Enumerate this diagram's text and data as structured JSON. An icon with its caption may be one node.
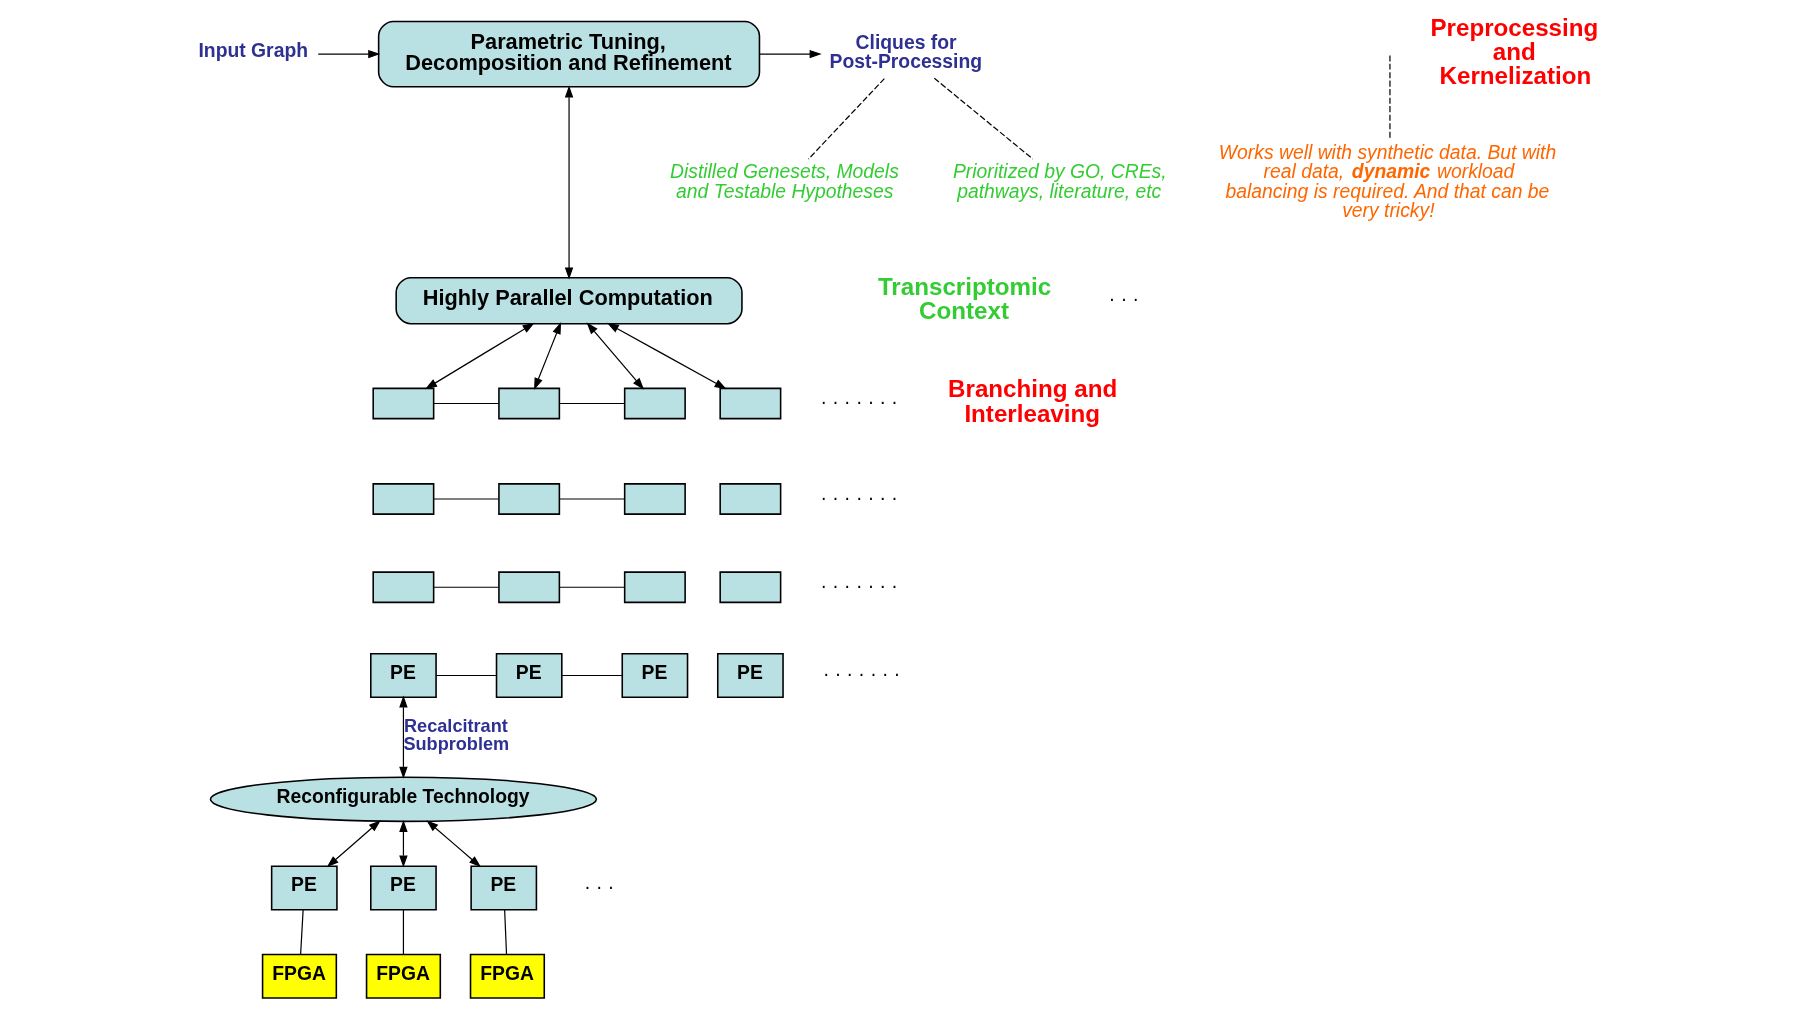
{
  "diagram": {
    "nodes": [
      {
        "text": [
          "Input Graph"
        ]
      },
      {
        "text": [
          "Parametric Tuning, Decomposition and Refinement"
        ]
      },
      {
        "text": [
          "Cliques for Post-Processing"
        ]
      },
      {
        "text": [
          "Distilled Genesets, Models and Testable Hypotheses"
        ]
      },
      {
        "text": [
          "Prioritized by GO, CREs, pathways, literature, etc"
        ]
      },
      {
        "text": [
          "Highly Parallel Computation"
        ]
      },
      {
        "text": [],
        "shape": "box"
      },
      {
        "text": [],
        "shape": "box"
      },
      {
        "text": [],
        "shape": "box"
      },
      {
        "text": [
          "PE"
        ]
      },
      {
        "text": [],
        "shape": "box"
      },
      {
        "text": [],
        "shape": "box"
      },
      {
        "text": [],
        "shape": "box"
      },
      {
        "text": [
          "PE"
        ]
      },
      {
        "text": [],
        "shape": "box"
      },
      {
        "text": [],
        "shape": "box"
      },
      {
        "text": [],
        "shape": "box"
      },
      {
        "text": [
          "PE"
        ]
      },
      {
        "text": [],
        "shape": "box"
      },
      {
        "text": [],
        "shape": "box"
      },
      {
        "text": [],
        "shape": "box"
      },
      {
        "text": [
          "PE"
        ]
      },
      {
        "text": [
          "Reconfigurable Technology"
        ]
      },
      {
        "text": [
          "PE"
        ]
      },
      {
        "text": [
          "PE"
        ]
      },
      {
        "text": [
          "PE"
        ]
      },
      {
        "text": [
          "FPGA"
        ]
      },
      {
        "text": [
          "FPGA"
        ]
      },
      {
        "text": [
          "FPGA"
        ]
      },
      {
        "text": [
          "Works well with synthetic data. But with real data, **dynamic** workload balancing is required. And that can be very tricky!"
        ]
      }
    ],
    "edges": [
      {
        "from": 0,
        "to": 1,
        "arrow": "to"
      },
      {
        "from": 1,
        "to": 2,
        "arrow": "to"
      },
      {
        "from": 1,
        "to": 5,
        "arrow": "both"
      },
      {
        "from": 2,
        "to": 3,
        "arrow": "none",
        "style": "dashed"
      },
      {
        "from": 2,
        "to": 4,
        "arrow": "none",
        "style": "dashed"
      },
      {
        "from": 5,
        "to": 6,
        "arrow": "both"
      },
      {
        "from": 5,
        "to": 10,
        "arrow": "both"
      },
      {
        "from": 5,
        "to": 14,
        "arrow": "both"
      },
      {
        "from": 5,
        "to": 18,
        "arrow": "both"
      },
      {
        "from": 6,
        "to": 10,
        "arrow": "none"
      },
      {
        "from": 10,
        "to": 14,
        "arrow": "none"
      },
      {
        "from": 7,
        "to": 11,
        "arrow": "none"
      },
      {
        "from": 11,
        "to": 15,
        "arrow": "none"
      },
      {
        "from": 8,
        "to": 12,
        "arrow": "none"
      },
      {
        "from": 12,
        "to": 16,
        "arrow": "none"
      },
      {
        "from": 9,
        "to": 13,
        "arrow": "none"
      },
      {
        "from": 13,
        "to": 17,
        "arrow": "none"
      },
      {
        "from": 9,
        "to": 22,
        "arrow": "both",
        "label": "Recalcitrant Subproblem"
      },
      {
        "from": 22,
        "to": 23,
        "arrow": "both"
      },
      {
        "from": 22,
        "to": 24,
        "arrow": "both"
      },
      {
        "from": 22,
        "to": 25,
        "arrow": "both"
      },
      {
        "from": 23,
        "to": 26,
        "arrow": "none"
      },
      {
        "from": 24,
        "to": 27,
        "arrow": "none"
      },
      {
        "from": 25,
        "to": 28,
        "arrow": "none"
      },
      {
        "from": null,
        "to": 29,
        "arrow": "none",
        "style": "dashed"
      }
    ],
    "labels": [
      "Preprocessing and Kernelization",
      "Transcriptomic Context",
      "· · ·",
      "· · · · · · ·",
      "· · · · · · ·",
      "· · · · · · ·",
      "· · · · · · ·",
      "Branching and Interleaving",
      "· · ·"
    ]
  }
}
